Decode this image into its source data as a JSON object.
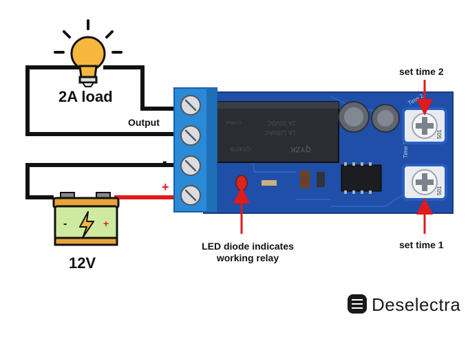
{
  "labels": {
    "load": "2A load",
    "output": "Output",
    "minus": "-",
    "plus": "+",
    "voltage": "12V",
    "set_time_2": "set time 2",
    "set_time_1": "set time 1",
    "led_note_line1": "LED diode indicates",
    "led_note_line2": "working relay",
    "brand": "Deselectra"
  },
  "board_markings": {
    "relay_brand": "QYZK",
    "relay_model": "QY4078",
    "relay_rating_1": "1A 125VAC",
    "relay_rating_2": "2A 30VDC",
    "relay_origin": "CHINA",
    "time_2": "Time 2",
    "time_1": "Time 1",
    "pot_code": "501"
  },
  "colors": {
    "board": "#1f4fa8",
    "terminal": "#2a8ad8",
    "wire": "#111111",
    "wire_positive": "#e11a1a",
    "arrow": "#e11a1a",
    "bulb": "#f6b73c",
    "battery_body": "#cdeaa0",
    "battery_top": "#e8a33a"
  },
  "icons": [
    "light-bulb-icon",
    "battery-icon",
    "lightning-bolt-icon",
    "brand-chip-icon"
  ]
}
